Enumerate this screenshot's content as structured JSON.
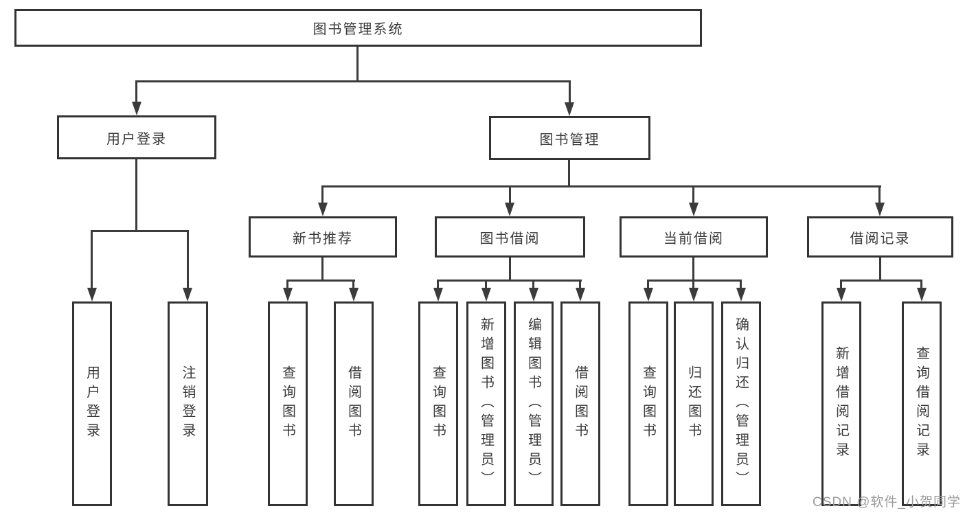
{
  "tree": {
    "root": {
      "label": "图书管理系统"
    },
    "branches": [
      {
        "label": "用户登录",
        "children": [
          {
            "label": "用户登录"
          },
          {
            "label": "注销登录"
          }
        ]
      },
      {
        "label": "图书管理",
        "children": [
          {
            "label": "新书推荐",
            "children": [
              {
                "label": "查询图书"
              },
              {
                "label": "借阅图书"
              }
            ]
          },
          {
            "label": "图书借阅",
            "children": [
              {
                "label": "查询图书"
              },
              {
                "label": "新增图书（管理员）"
              },
              {
                "label": "编辑图书（管理员）"
              },
              {
                "label": "借阅图书"
              }
            ]
          },
          {
            "label": "当前借阅",
            "children": [
              {
                "label": "查询图书"
              },
              {
                "label": "归还图书"
              },
              {
                "label": "确认归还（管理员）"
              }
            ]
          },
          {
            "label": "借阅记录",
            "children": [
              {
                "label": "新增借阅记录"
              },
              {
                "label": "查询借阅记录"
              }
            ]
          }
        ]
      }
    ]
  },
  "watermark": {
    "text": "CSDN @软件_小贺同学"
  },
  "colors": {
    "line": "#3b3b3b",
    "border": "#333333",
    "text": "#3a3a3a",
    "watermark": "#9b9b9b"
  }
}
